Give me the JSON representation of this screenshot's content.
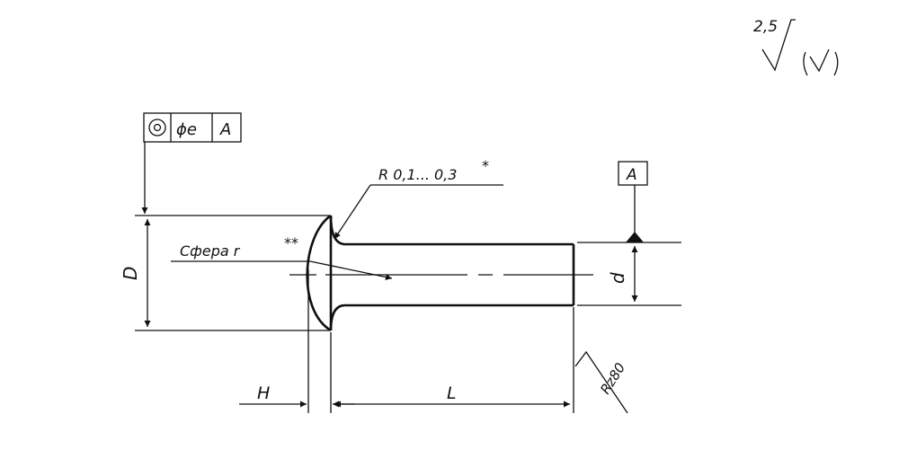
{
  "surface_roughness": {
    "general_value": "2,5"
  },
  "tolerance_frame": {
    "symbol": "concentricity-icon",
    "value": "ϕe",
    "datum": "A"
  },
  "datum_label": "A",
  "labels": {
    "fillet_radius": "R 0,1... 0,3",
    "fillet_mark": "*",
    "sphere": "Сфера r",
    "sphere_mark": "**",
    "head_diameter": "D",
    "shank_diameter": "d",
    "head_height": "H",
    "length": "L",
    "end_roughness": "Rz80"
  }
}
